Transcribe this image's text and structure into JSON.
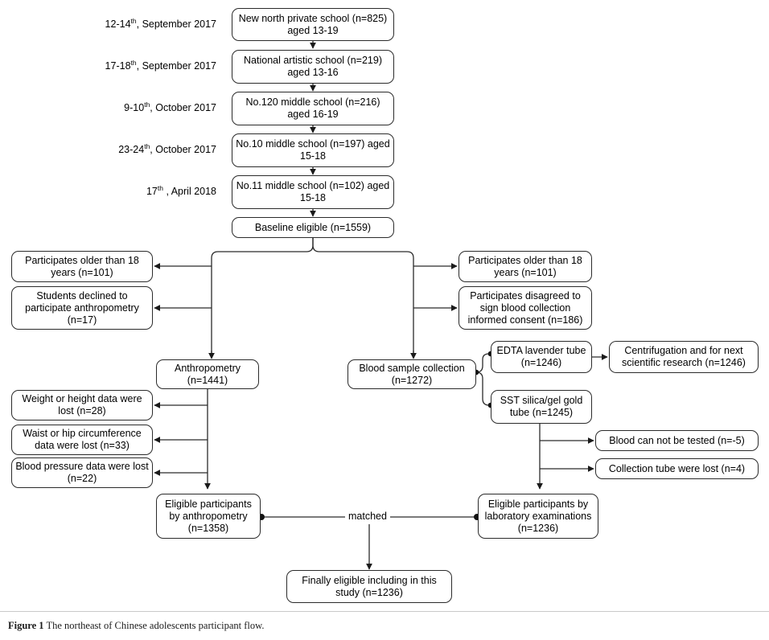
{
  "figure": {
    "caption_label": "Figure 1",
    "caption_text": "The northeast of Chinese adolescents participant flow."
  },
  "dates": [
    {
      "id": "date-1",
      "pre": "12-14",
      "sup": "th",
      "post": ", September 2017"
    },
    {
      "id": "date-2",
      "pre": "17-18",
      "sup": "th",
      "post": ", September 2017"
    },
    {
      "id": "date-3",
      "pre": "9-10",
      "sup": "th",
      "post": ", October 2017"
    },
    {
      "id": "date-4",
      "pre": "23-24",
      "sup": "th",
      "post": ", October 2017"
    },
    {
      "id": "date-5",
      "pre": "17",
      "sup": "th",
      "post": " , April 2018"
    }
  ],
  "nodes": {
    "school_1": "New north private school (n=825) aged 13-19",
    "school_2": "National artistic school (n=219) aged 13-16",
    "school_3": "No.120 middle school (n=216) aged 16-19",
    "school_4": "No.10 middle school (n=197) aged 15-18",
    "school_5": "No.11 middle school (n=102) aged 15-18",
    "baseline": "Baseline eligible (n=1559)",
    "excl_left_1": "Participates older than 18 years (n=101)",
    "excl_left_2": "Students declined to participate anthropometry (n=17)",
    "excl_right_1": "Participates older than 18 years (n=101)",
    "excl_right_2": "Participates disagreed to sign blood collection informed consent (n=186)",
    "anthropometry": "Anthropometry (n=1441)",
    "blood_collection": "Blood sample collection (n=1272)",
    "edta_tube": "EDTA lavender tube (n=1246)",
    "sst_tube": "SST silica/gel gold tube (n=1245)",
    "centrifugation": "Centrifugation and for next scientific research (n=1246)",
    "loss_weight_height": "Weight or height data were lost (n=28)",
    "loss_waist_hip": "Waist or hip circumference data were lost (n=33)",
    "loss_blood_pressure": "Blood pressure data were lost (n=22)",
    "blood_not_tested": "Blood can not be tested (n=-5)",
    "tube_lost": "Collection tube were lost (n=4)",
    "eligible_anthro": "Eligible participants by anthropometry (n=1358)",
    "eligible_lab": "Eligible participants by laboratory examinations (n=1236)",
    "final": "Finally eligible including in this study (n=1236)"
  },
  "edge_labels": {
    "matched": "matched"
  },
  "counts": {
    "school_1": 825,
    "school_2": 219,
    "school_3": 216,
    "school_4": 197,
    "school_5": 102,
    "baseline": 1559,
    "excl_left_1": 101,
    "excl_left_2": 17,
    "excl_right_1": 101,
    "excl_right_2": 186,
    "anthropometry": 1441,
    "blood_collection": 1272,
    "edta_tube": 1246,
    "sst_tube": 1245,
    "centrifugation": 1246,
    "loss_weight_height": 28,
    "loss_waist_hip": 33,
    "loss_blood_pressure": 22,
    "blood_not_tested": -5,
    "tube_lost": 4,
    "eligible_anthro": 1358,
    "eligible_lab": 1236,
    "final": 1236
  },
  "colors": {
    "stroke": "#2b2b2b",
    "background": "#ffffff",
    "text": "#000000"
  }
}
